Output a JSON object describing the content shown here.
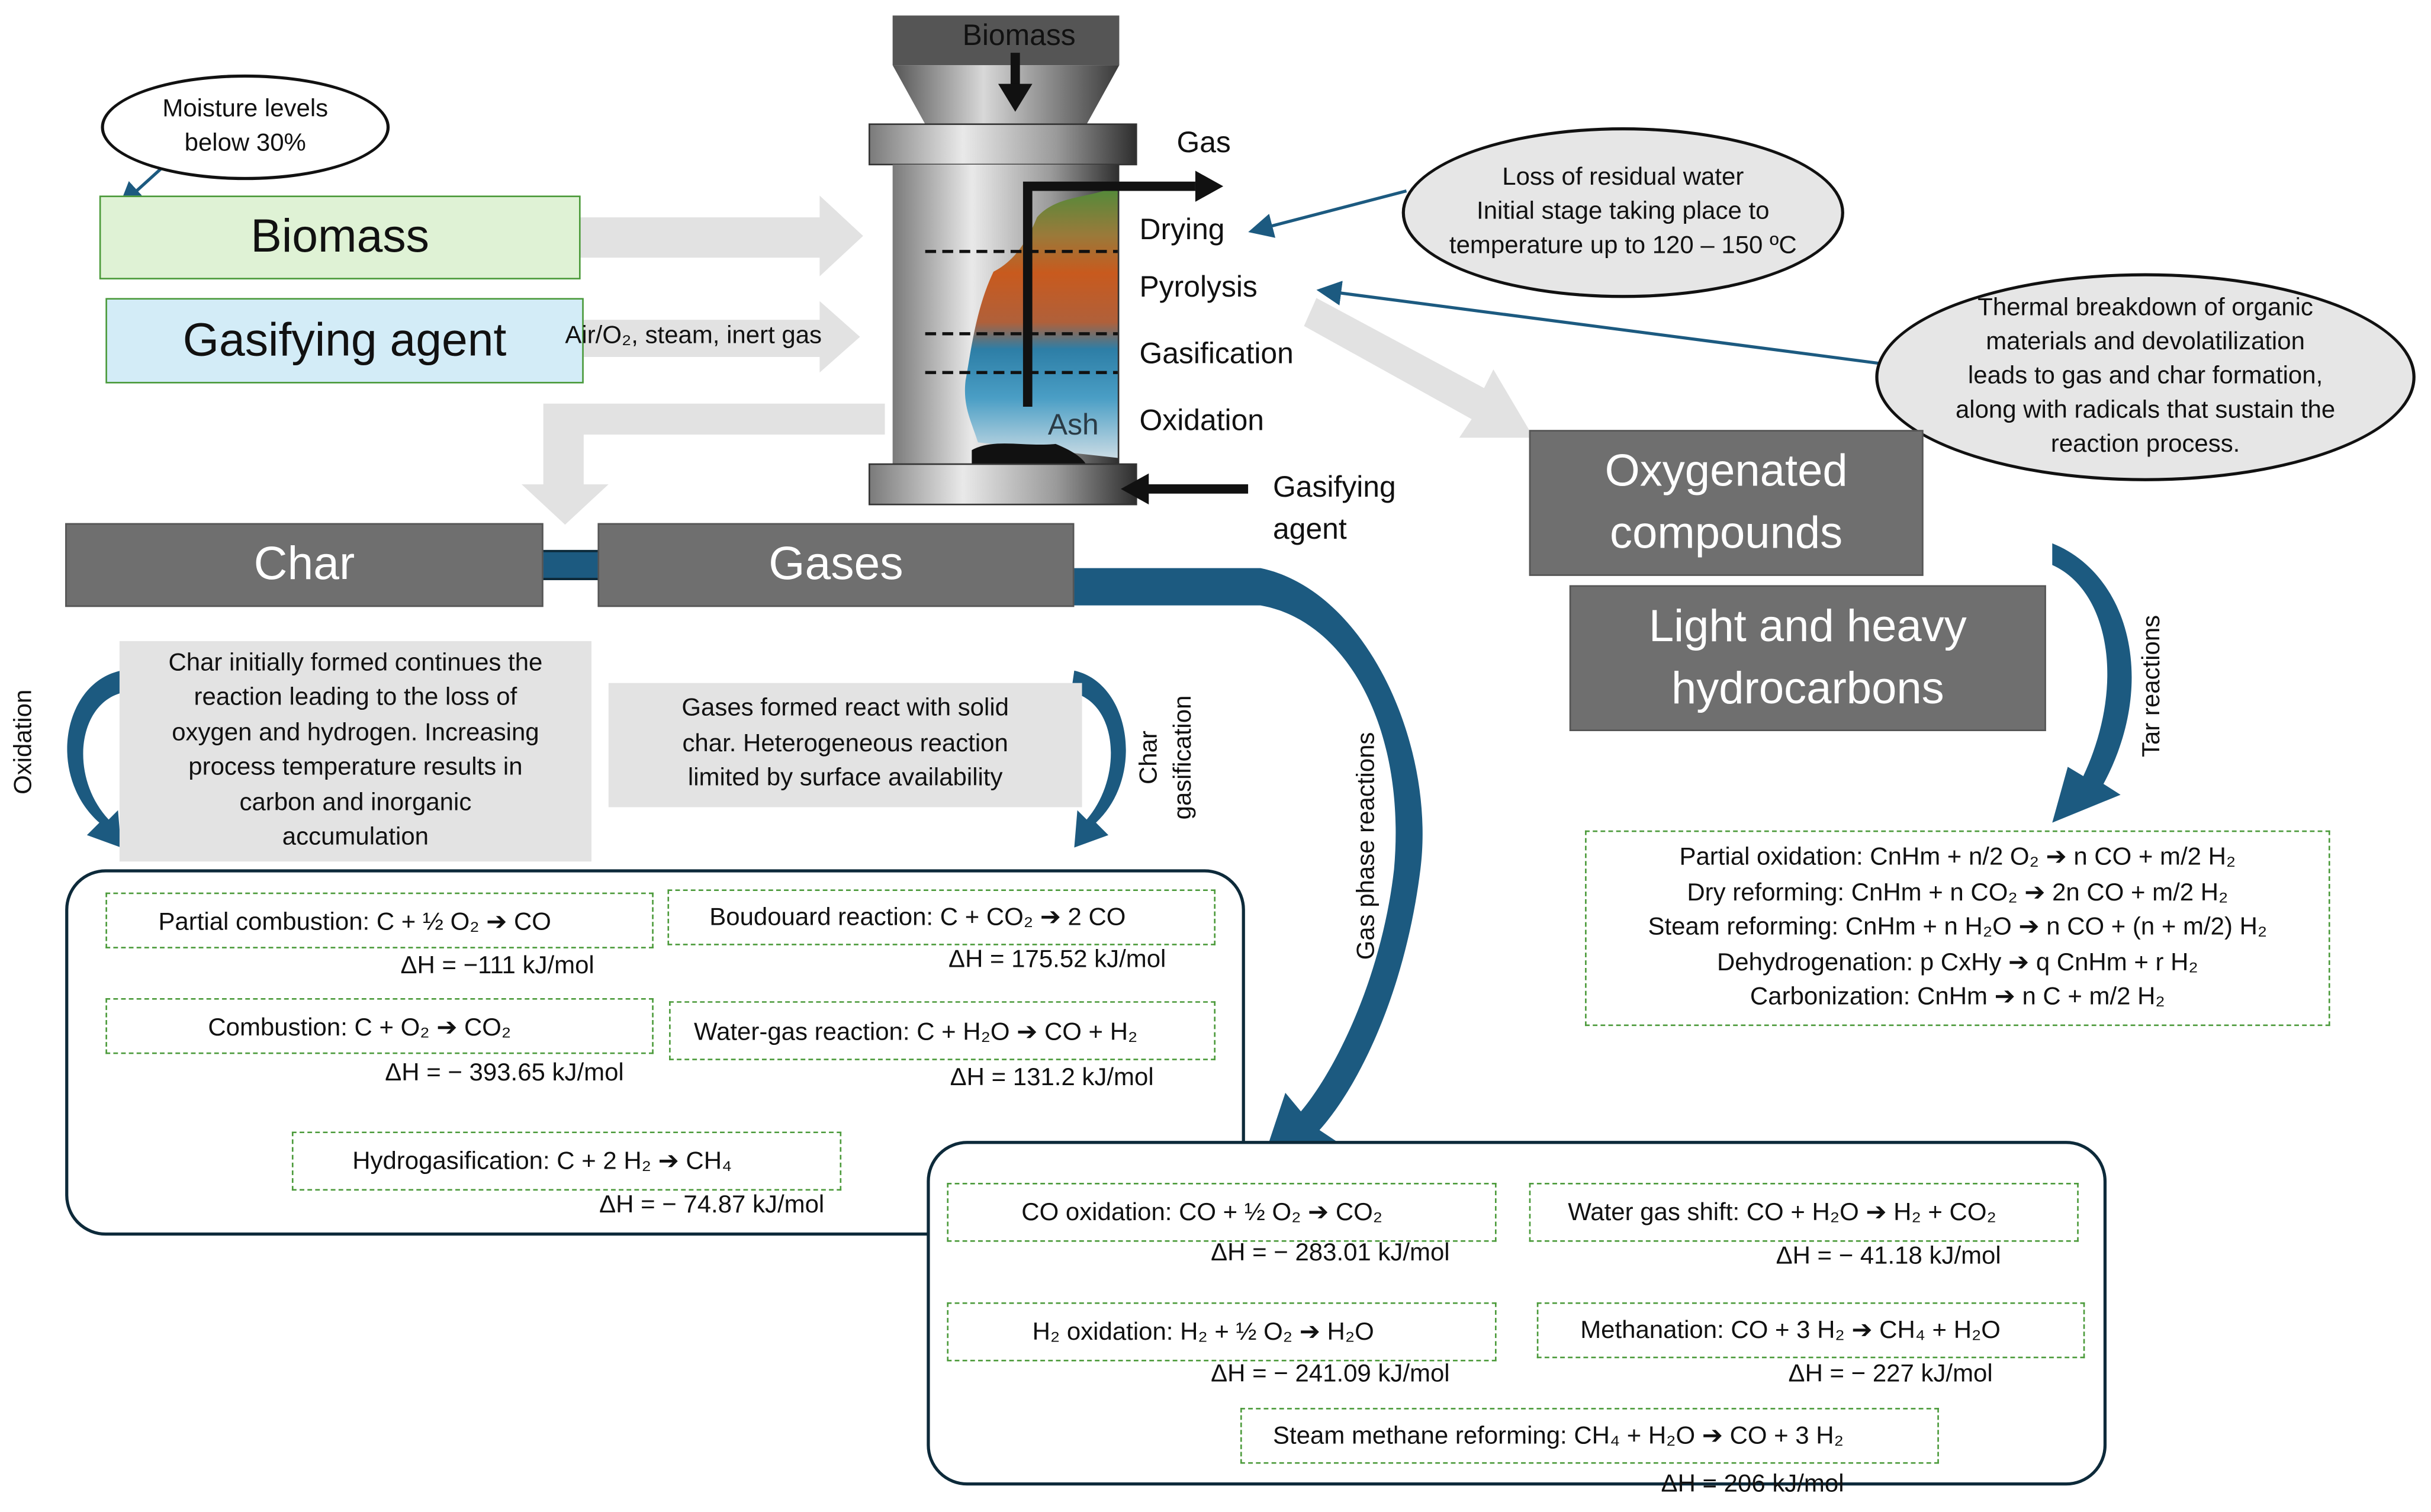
{
  "reactor": {
    "hopper_label": "Biomass",
    "gas_label": "Gas",
    "ash_label": "Ash",
    "zones": [
      "Drying",
      "Pyrolysis",
      "Gasification",
      "Oxidation"
    ],
    "agent_label": [
      "Gasifying",
      "agent"
    ]
  },
  "callouts": {
    "moisture": [
      "Moisture levels",
      "below 30%"
    ],
    "drying": [
      "Loss of residual water",
      "Initial stage taking place to",
      "temperature up to 120 – 150 ºC"
    ],
    "pyrolysis": [
      "Thermal breakdown of organic",
      "materials and devolatilization",
      "leads to gas and char formation,",
      "along with radicals that sustain the",
      "reaction process."
    ]
  },
  "inputs": {
    "biomass": "Biomass",
    "gasifying_agent": "Gasifying agent",
    "agent_types": "Air/O₂, steam, inert gas"
  },
  "products": {
    "char": "Char",
    "gases": "Gases",
    "oxygenated": [
      "Oxygenated",
      "compounds"
    ],
    "hydrocarbons": [
      "Light and heavy",
      "hydrocarbons"
    ]
  },
  "labels": {
    "oxidation": "Oxidation",
    "char_gasification": [
      "Char",
      "gasification"
    ],
    "gas_phase": "Gas phase reactions",
    "tar": "Tar reactions"
  },
  "descriptions": {
    "char": [
      "Char initially formed continues the",
      "reaction leading to the loss of",
      "oxygen and hydrogen. Increasing",
      "process temperature results in",
      "carbon and inorganic",
      "accumulation"
    ],
    "gases": [
      "Gases formed react with solid",
      "char. Heterogeneous reaction",
      "limited by surface availability"
    ]
  },
  "char_reactions": {
    "partial_combustion": {
      "text": "Partial combustion: C + ½ O₂ ➔ CO",
      "dh": "ΔH = −111 kJ/mol"
    },
    "combustion": {
      "text": "Combustion: C + O₂ ➔ CO₂",
      "dh": "ΔH = − 393.65 kJ/mol"
    },
    "boudouard": {
      "text": "Boudouard reaction: C + CO₂ ➔ 2 CO",
      "dh": "ΔH = 175.52 kJ/mol"
    },
    "water_gas": {
      "text": "Water-gas reaction: C + H₂O ➔ CO + H₂",
      "dh": "ΔH = 131.2 kJ/mol"
    },
    "hydrogasification": {
      "text": "Hydrogasification: C + 2 H₂ ➔ CH₄",
      "dh": "ΔH = − 74.87 kJ/mol"
    }
  },
  "gas_reactions": {
    "co_oxidation": {
      "text": "CO oxidation: CO + ½ O₂ ➔ CO₂",
      "dh": "ΔH = − 283.01 kJ/mol"
    },
    "water_gas_shift": {
      "text": "Water gas shift: CO + H₂O ➔ H₂ + CO₂",
      "dh": "ΔH = − 41.18 kJ/mol"
    },
    "h2_oxidation": {
      "text": "H₂ oxidation: H₂ + ½ O₂ ➔ H₂O",
      "dh": "ΔH = − 241.09 kJ/mol"
    },
    "methanation": {
      "text": "Methanation: CO + 3 H₂ ➔ CH₄ + H₂O",
      "dh": "ΔH = − 227 kJ/mol"
    },
    "steam_methane_reforming": {
      "text": "Steam methane reforming: CH₄ + H₂O ➔ CO + 3 H₂",
      "dh": "ΔH = 206 kJ/mol"
    }
  },
  "tar_reactions": [
    "Partial oxidation: CnHm + n/2 O₂ ➔ n CO + m/2 H₂",
    "Dry reforming: CnHm + n CO₂ ➔ 2n CO + m/2 H₂",
    "Steam reforming: CnHm + n H₂O ➔ n CO + (n + m/2) H₂",
    "Dehydrogenation: p CxHy ➔ q CnHm + r H₂",
    "Carbonization: CnHm ➔ n C + m/2 H₂"
  ],
  "colors": {
    "accent_blue": "#1c5a80",
    "dark_gray_box": "#6f6f6f",
    "light_gray_arrow": "#e2e2e2",
    "biomass_fill": "#dff2d5",
    "agent_fill": "#d3ecf7",
    "dash_green": "#4b9a3a"
  }
}
